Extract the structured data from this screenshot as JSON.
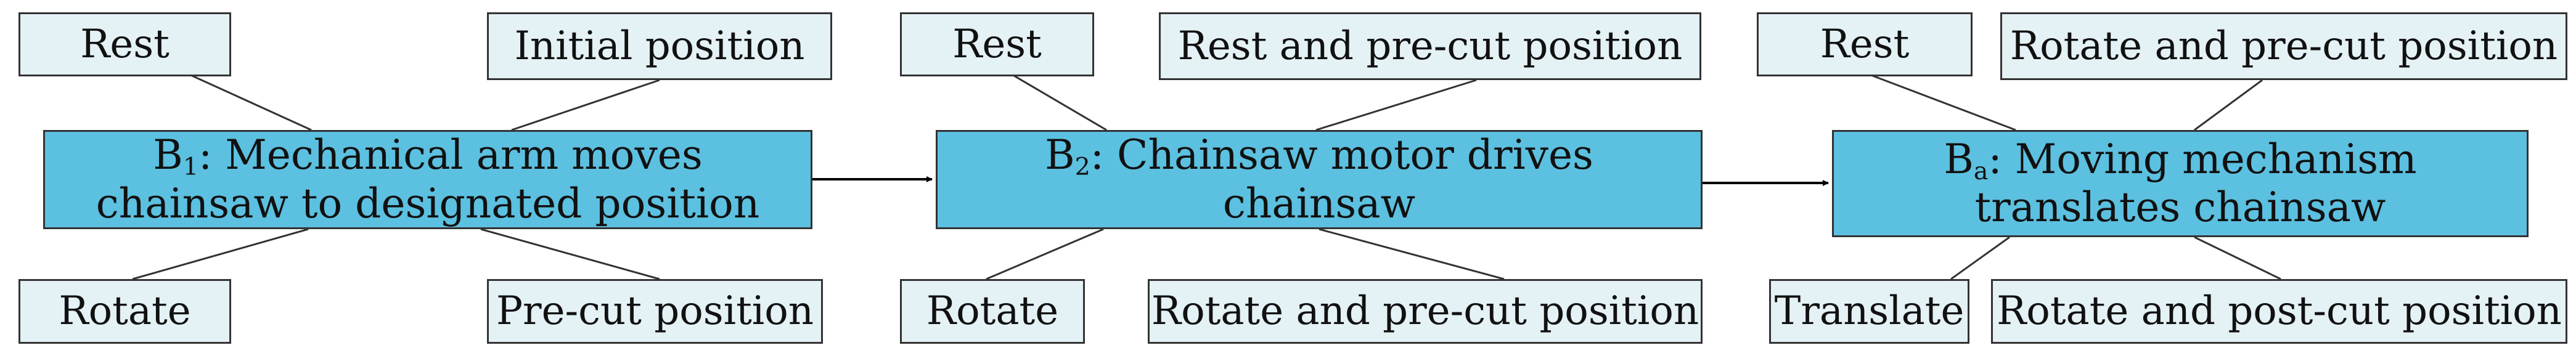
{
  "groups": [
    {
      "main_prefix": "B",
      "main_sub": "1",
      "main_text": ": Mechanical arm moves chainsaw to designated position",
      "top_left": "Rest",
      "top_right": "Initial position",
      "bottom_left": "Rotate",
      "bottom_right": "Pre-cut position"
    },
    {
      "main_prefix": "B",
      "main_sub": "2",
      "main_text": ": Chainsaw motor drives chainsaw",
      "top_left": "Rest",
      "top_right": "Rest and pre-cut position",
      "bottom_left": "Rotate",
      "bottom_right": "Rotate and pre-cut position"
    },
    {
      "main_prefix": "B",
      "main_sub": "a",
      "main_text": ": Moving mechanism translates chainsaw",
      "top_left": "Rest",
      "top_right": "Rotate and pre-cut position",
      "bottom_left": "Translate",
      "bottom_right": "Rotate and post-cut position"
    }
  ],
  "colors": {
    "main_fill": "#5cc0e0",
    "label_fill": "#e4f1f5",
    "stroke": "#333333",
    "arrow": "#000000"
  }
}
